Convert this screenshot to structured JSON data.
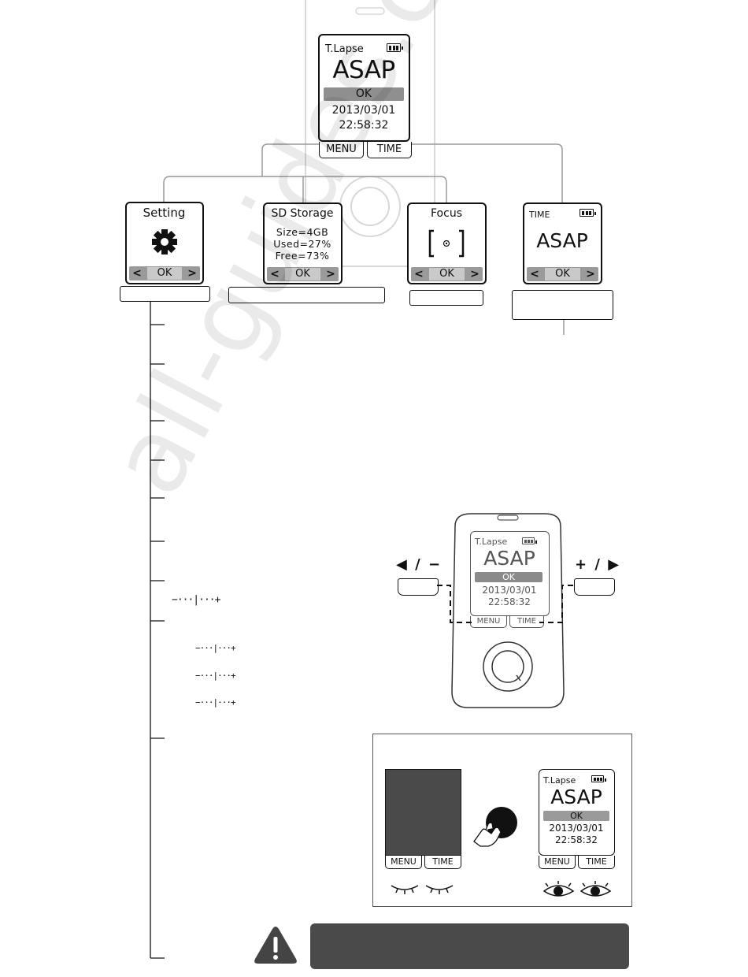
{
  "watermark": "all-guides.com",
  "main_screen": {
    "mode": "T.Lapse",
    "value": "ASAP",
    "ok": "OK",
    "date": "2013/03/01",
    "time": "22:58:32",
    "soft_left": "MENU",
    "soft_right": "TIME"
  },
  "submenus": {
    "setting": {
      "title": "Setting",
      "ok": "OK",
      "icon": "gear-icon"
    },
    "sd_storage": {
      "title": "SD Storage",
      "size": "Size=4GB",
      "used": "Used=27%",
      "free": "Free=73%",
      "ok": "OK"
    },
    "focus": {
      "title": "Focus",
      "ok": "OK",
      "icon": "focus-target-icon"
    },
    "time": {
      "title": "TIME",
      "value": "ASAP",
      "ok": "OK"
    }
  },
  "sliders": {
    "s1": "−···|···+",
    "s2": "−···|···+",
    "s3": "−···|···+",
    "s4": "−···|···+"
  },
  "device_buttons": {
    "left": "◀ / −",
    "right": "+ / ▶"
  },
  "device_screen": {
    "mode": "T.Lapse",
    "value": "ASAP",
    "ok": "OK",
    "date": "2013/03/01",
    "time": "22:58:32",
    "soft_left": "MENU",
    "soft_right": "TIME"
  },
  "wake_panel": {
    "off_soft_left": "MENU",
    "off_soft_right": "TIME",
    "on_mode": "T.Lapse",
    "on_value": "ASAP",
    "on_ok": "OK",
    "on_date": "2013/03/01",
    "on_time": "22:58:32",
    "on_soft_left": "MENU",
    "on_soft_right": "TIME"
  },
  "warning": {
    "icon": "warning-triangle-icon"
  }
}
